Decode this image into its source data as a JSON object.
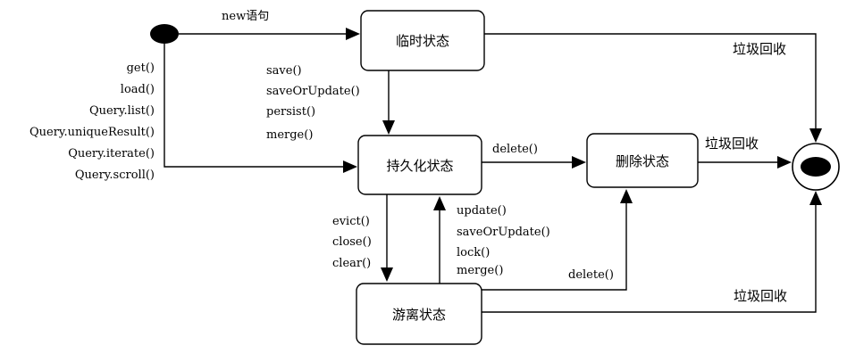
{
  "states": {
    "transient": "临时状态",
    "persistent": "持久化状态",
    "deleted": "删除状态",
    "detached": "游离状态"
  },
  "edges": {
    "initial_to_transient": "new语句",
    "transient_to_persistent": [
      "save()",
      "saveOrUpdate()",
      "persist()",
      "merge()"
    ],
    "initial_to_persistent": [
      "get()",
      "load()",
      "Query.list()",
      "Query.uniqueResult()",
      "Query.iterate()",
      "Query.scroll()"
    ],
    "persistent_to_deleted": "delete()",
    "persistent_to_detached": [
      "evict()",
      "close()",
      "clear()"
    ],
    "detached_to_persistent": [
      "update()",
      "saveOrUpdate()",
      "lock()",
      "merge()"
    ],
    "detached_to_deleted": "delete()",
    "transient_gc": "垃圾回收",
    "deleted_gc": "垃圾回收",
    "detached_gc": "垃圾回收"
  }
}
